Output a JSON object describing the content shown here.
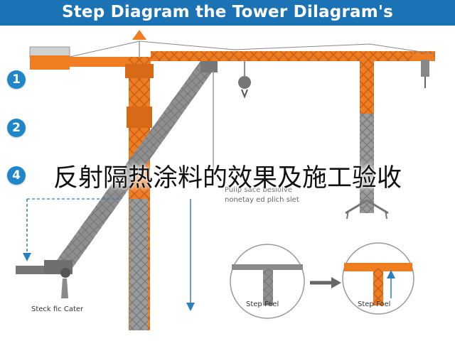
{
  "title": "Step Diagram the Tower Dilagram's",
  "overlay_caption": "反射隔热涂料的效果及施工验收",
  "steps": [
    "1",
    "2",
    "4"
  ],
  "labels": {
    "left_crane": "Steck fic Cater",
    "mid_detail": "Step Feel",
    "right_detail": "Step Foel",
    "blurred_line1": "Pulip sace besiolve",
    "blurred_line2": "nonetay ed plich slet"
  },
  "colors": {
    "title_bg": "#1b73b5",
    "badge": "#1f86c9",
    "crane_orange": "#ef7d22",
    "crane_grey": "#8f8f8f",
    "arrow_blue": "#2a7fbf"
  },
  "icons": [
    "hook-icon",
    "arrow-right-icon",
    "arrow-down-icon"
  ]
}
